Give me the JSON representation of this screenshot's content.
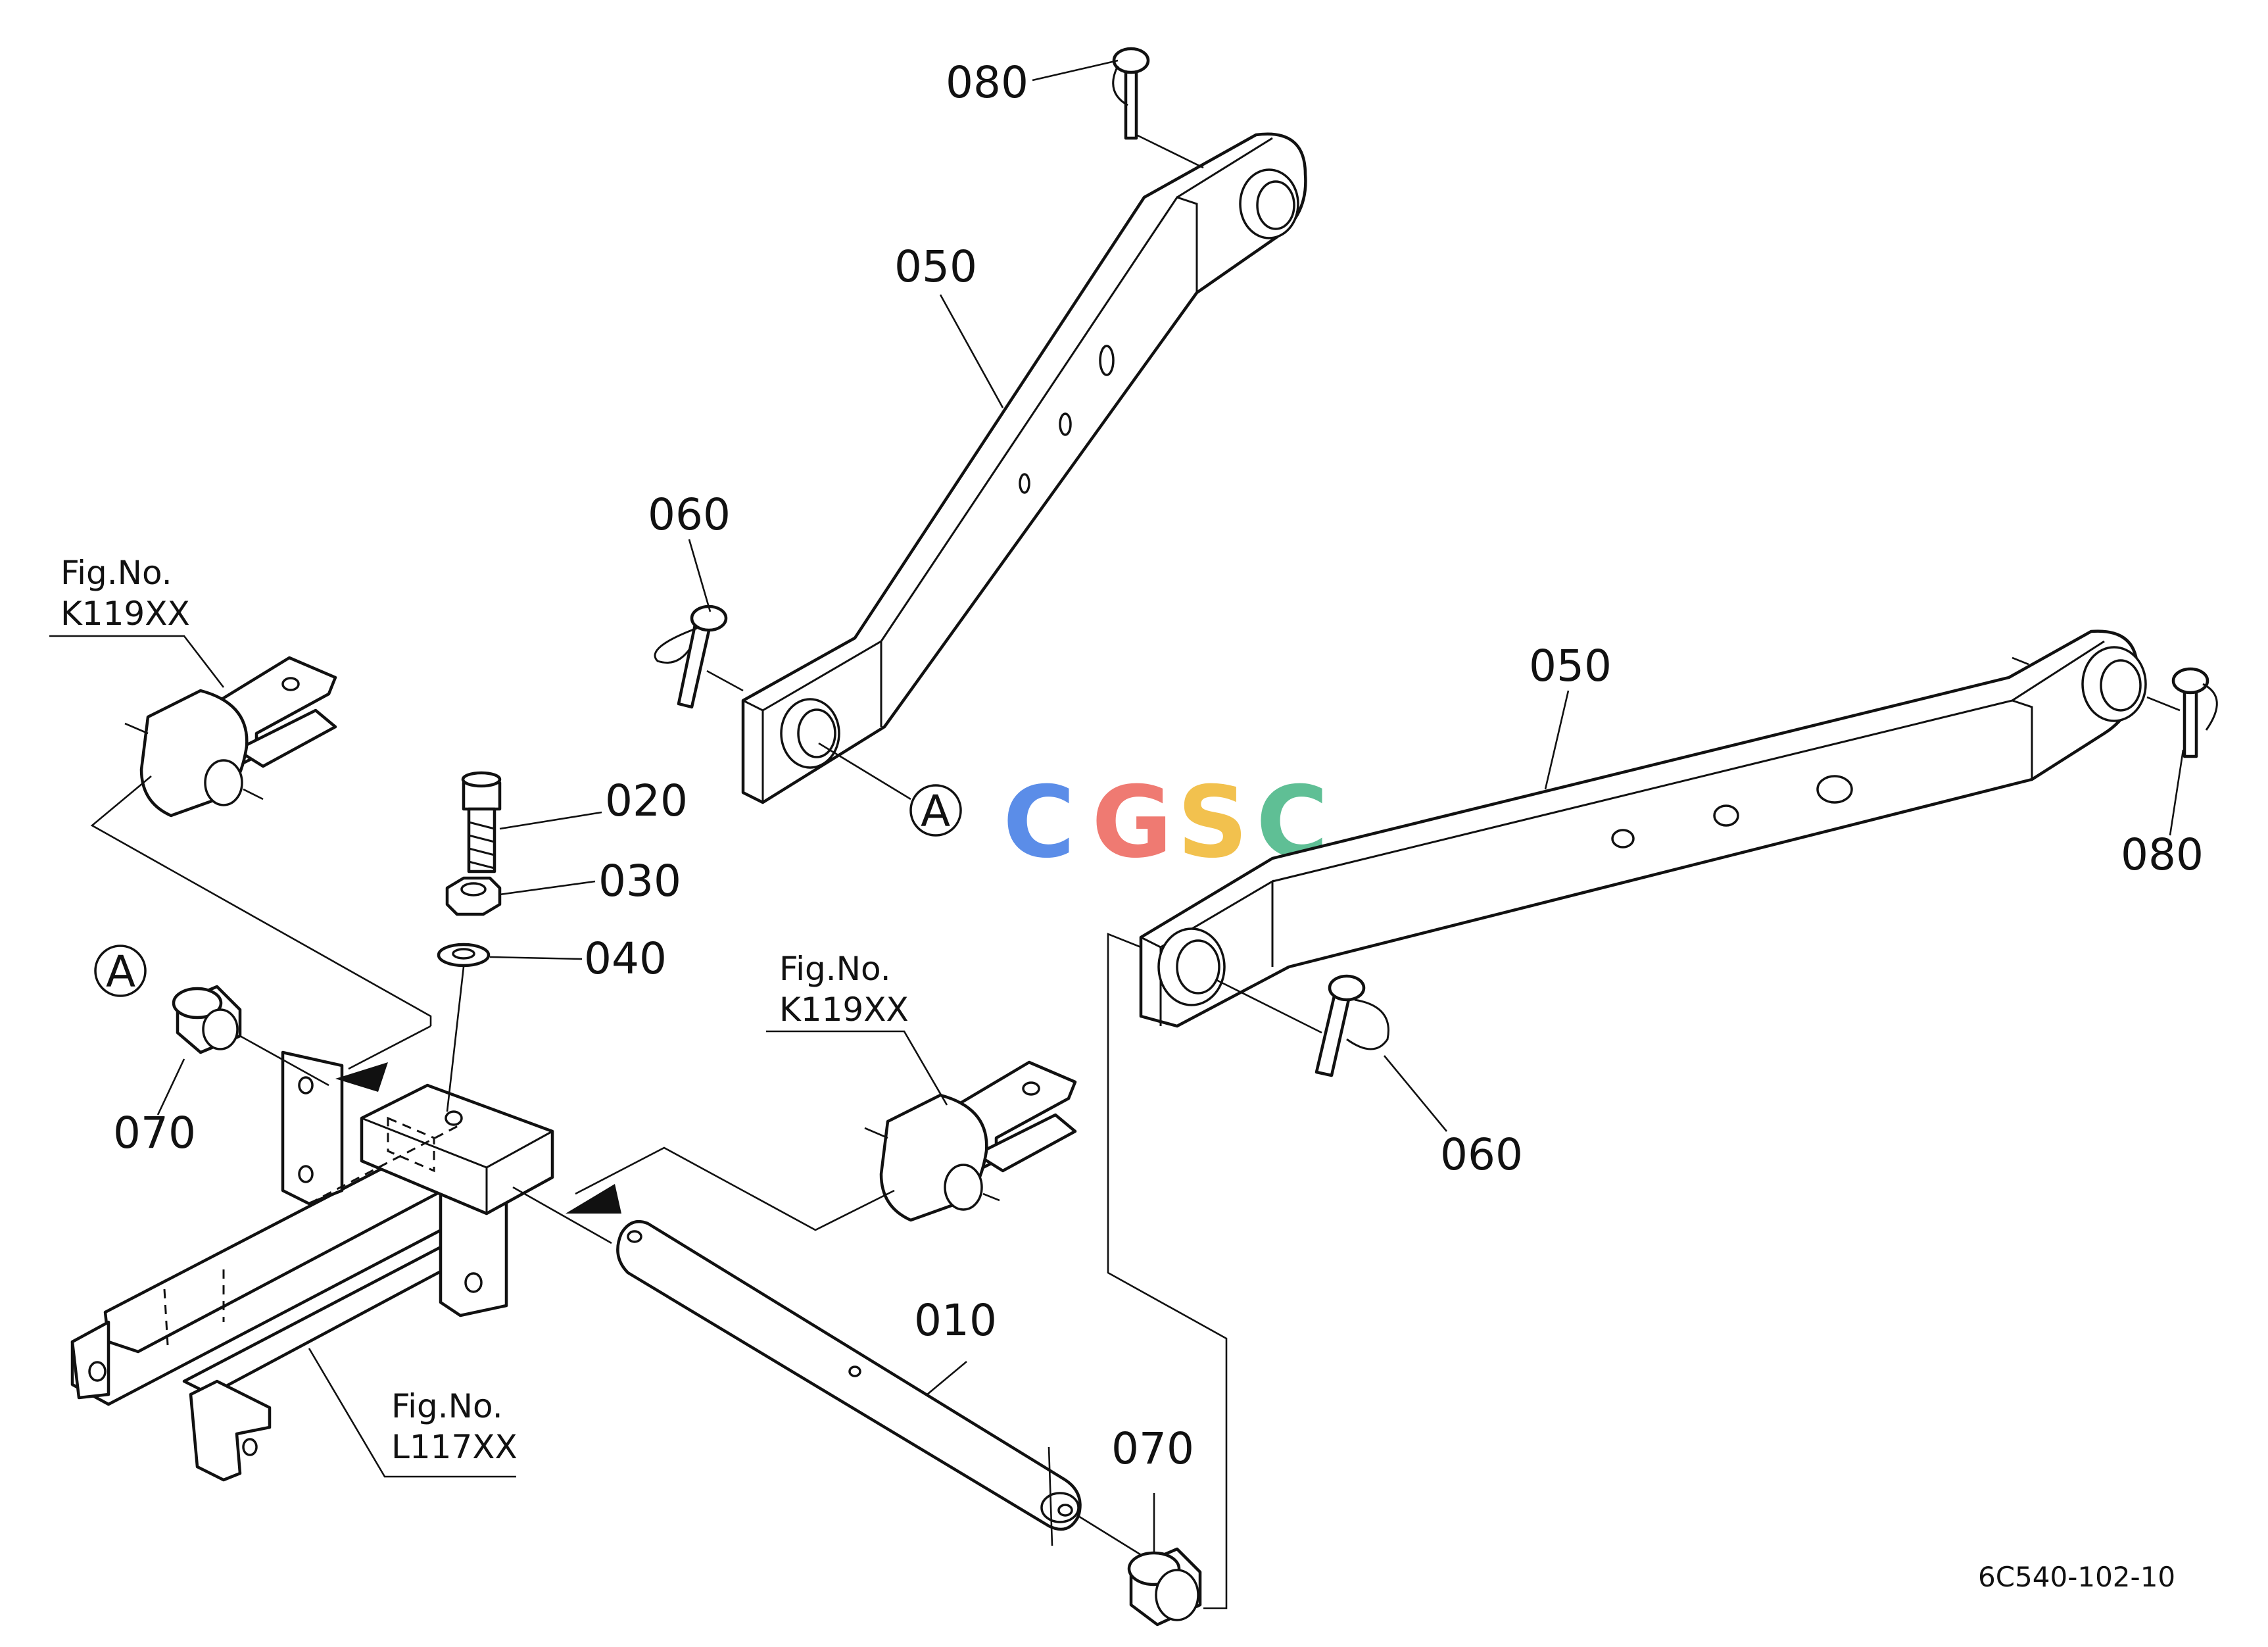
{
  "callouts": {
    "top_pin_080": "080",
    "upper_arm_050": "050",
    "upper_pin_060": "060",
    "upper_ref_a": "A",
    "bolt_020": "020",
    "nut_030": "030",
    "washer_040": "040",
    "left_ref_a": "A",
    "left_bush_070": "070",
    "right_arm_050": "050",
    "right_pin_080": "080",
    "right_pin_060": "060",
    "shaft_010": "010",
    "bottom_bush_070": "070"
  },
  "figure_refs": {
    "left_no": "Fig.No.",
    "left_code": "K119XX",
    "center_no": "Fig.No.",
    "center_code": "K119XX",
    "bottom_no": "Fig.No.",
    "bottom_code": "L117XX"
  },
  "drawing_code": "6C540-102-10",
  "watermark": {
    "letters": [
      "C",
      "G",
      "S",
      "C"
    ],
    "colors": [
      "#5b8de8",
      "#ef7a72",
      "#f2c14e",
      "#5fbf95"
    ]
  }
}
